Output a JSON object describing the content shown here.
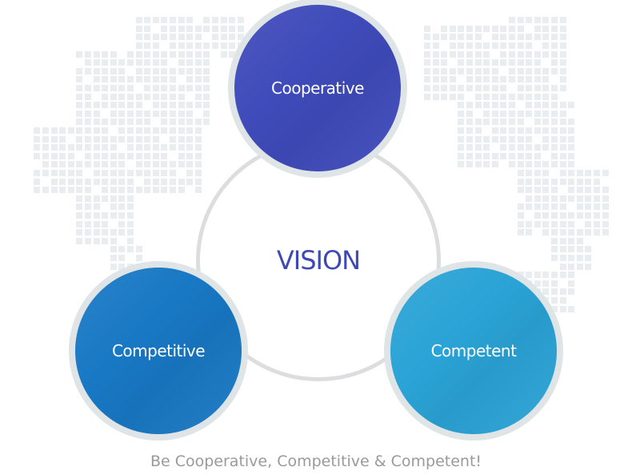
{
  "center_label": "VISION",
  "nodes": [
    {
      "label": "Cooperative",
      "color": "#3f4bba"
    },
    {
      "label": "Competitive",
      "color": "#1878c4"
    },
    {
      "label": "Competent",
      "color": "#2aa3d6"
    }
  ],
  "caption": "Be Cooperative, Competitive & Competent!"
}
